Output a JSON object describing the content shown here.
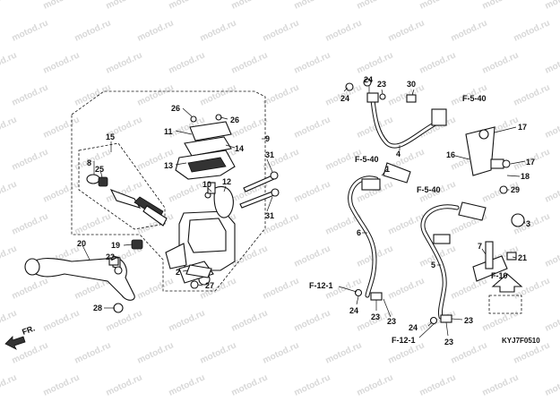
{
  "watermark": {
    "text": "motod.ru"
  },
  "diagram_code": "KYJ7F0510",
  "direction_indicator": {
    "label": "FR."
  },
  "references": {
    "f540_a": "F-5-40",
    "f540_b": "F-5-40",
    "f540_c": "F-5-40",
    "f10": "F-10",
    "f121_a": "F-12-1",
    "f121_b": "F-12-1"
  },
  "parts": {
    "p1": "1",
    "p2": "2",
    "p3": "3",
    "p4": "4",
    "p5": "5",
    "p6": "6",
    "p7": "7",
    "p8": "8",
    "p9": "9",
    "p10": "10",
    "p11": "11",
    "p12": "12",
    "p13": "13",
    "p14": "14",
    "p15": "15",
    "p16": "16",
    "p17a": "17",
    "p17b": "17",
    "p18": "18",
    "p19": "19",
    "p20": "20",
    "p21": "21",
    "p22": "22",
    "p23a": "23",
    "p23b": "23",
    "p23c": "23",
    "p24a": "24",
    "p24b": "24",
    "p24c": "24",
    "p24d": "24",
    "p25": "25",
    "p26a": "26",
    "p26b": "26",
    "p27": "27",
    "p28": "28",
    "p29": "29",
    "p30": "30",
    "p31a": "31",
    "p31b": "31"
  }
}
